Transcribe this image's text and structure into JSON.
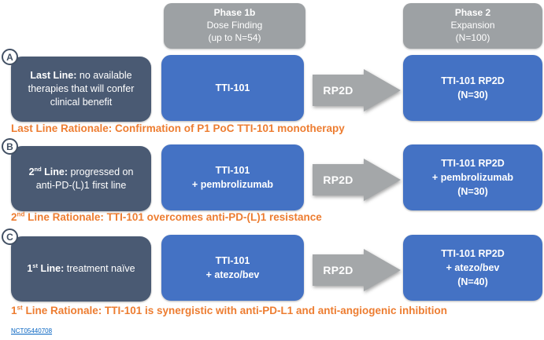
{
  "colors": {
    "gray-header": "#9da1a4",
    "arrow-gray": "#a4a7a9",
    "navy": "#4a5a73",
    "blue": "#4472c4",
    "orange": "#ed7d31",
    "link": "#0563c1",
    "letter": "#425064"
  },
  "phase_headers": [
    {
      "title": "Phase 1b",
      "subtitle": "Dose Finding",
      "n": "(up to N=54)"
    },
    {
      "title": "Phase 2",
      "subtitle": "Expansion",
      "n": "(N=100)"
    }
  ],
  "rows": [
    {
      "letter": "A",
      "population": {
        "bold1": "Last Line:",
        "sup": "",
        "bold2": "",
        "text": " no available therapies that will confer clinical benefit"
      },
      "phase1b": {
        "line1": "TTI-101",
        "line2": ""
      },
      "arrow": "RP2D",
      "phase2": {
        "line1": "TTI-101 RP2D",
        "line2": "",
        "line3": "(N=30)"
      },
      "rationale": {
        "pre": "",
        "sup": "",
        "text": "Last Line Rationale: Confirmation of P1 PoC TTI-101 monotherapy"
      }
    },
    {
      "letter": "B",
      "population": {
        "bold1": "2",
        "sup": "nd",
        "bold2": " Line:",
        "text": " progressed on anti-PD-(L)1 first line"
      },
      "phase1b": {
        "line1": "TTI-101",
        "line2": "+ pembrolizumab"
      },
      "arrow": "RP2D",
      "phase2": {
        "line1": "TTI-101 RP2D",
        "line2": "+ pembrolizumab",
        "line3": "(N=30)"
      },
      "rationale": {
        "pre": "2",
        "sup": "nd",
        "text": " Line Rationale: TTI-101 overcomes anti-PD-(L)1 resistance"
      }
    },
    {
      "letter": "C",
      "population": {
        "bold1": "1",
        "sup": "st",
        "bold2": " Line:",
        "text": " treatment naïve"
      },
      "phase1b": {
        "line1": "TTI-101",
        "line2": "+ atezo/bev"
      },
      "arrow": "RP2D",
      "phase2": {
        "line1": "TTI-101 RP2D",
        "line2": "+ atezo/bev",
        "line3": "(N=40)"
      },
      "rationale": {
        "pre": "1",
        "sup": "st",
        "text": " Line Rationale: TTI-101 is synergistic with anti-PD-L1 and anti-angiogenic inhibition"
      }
    }
  ],
  "footer": {
    "nct_link": "NCT05440708"
  }
}
